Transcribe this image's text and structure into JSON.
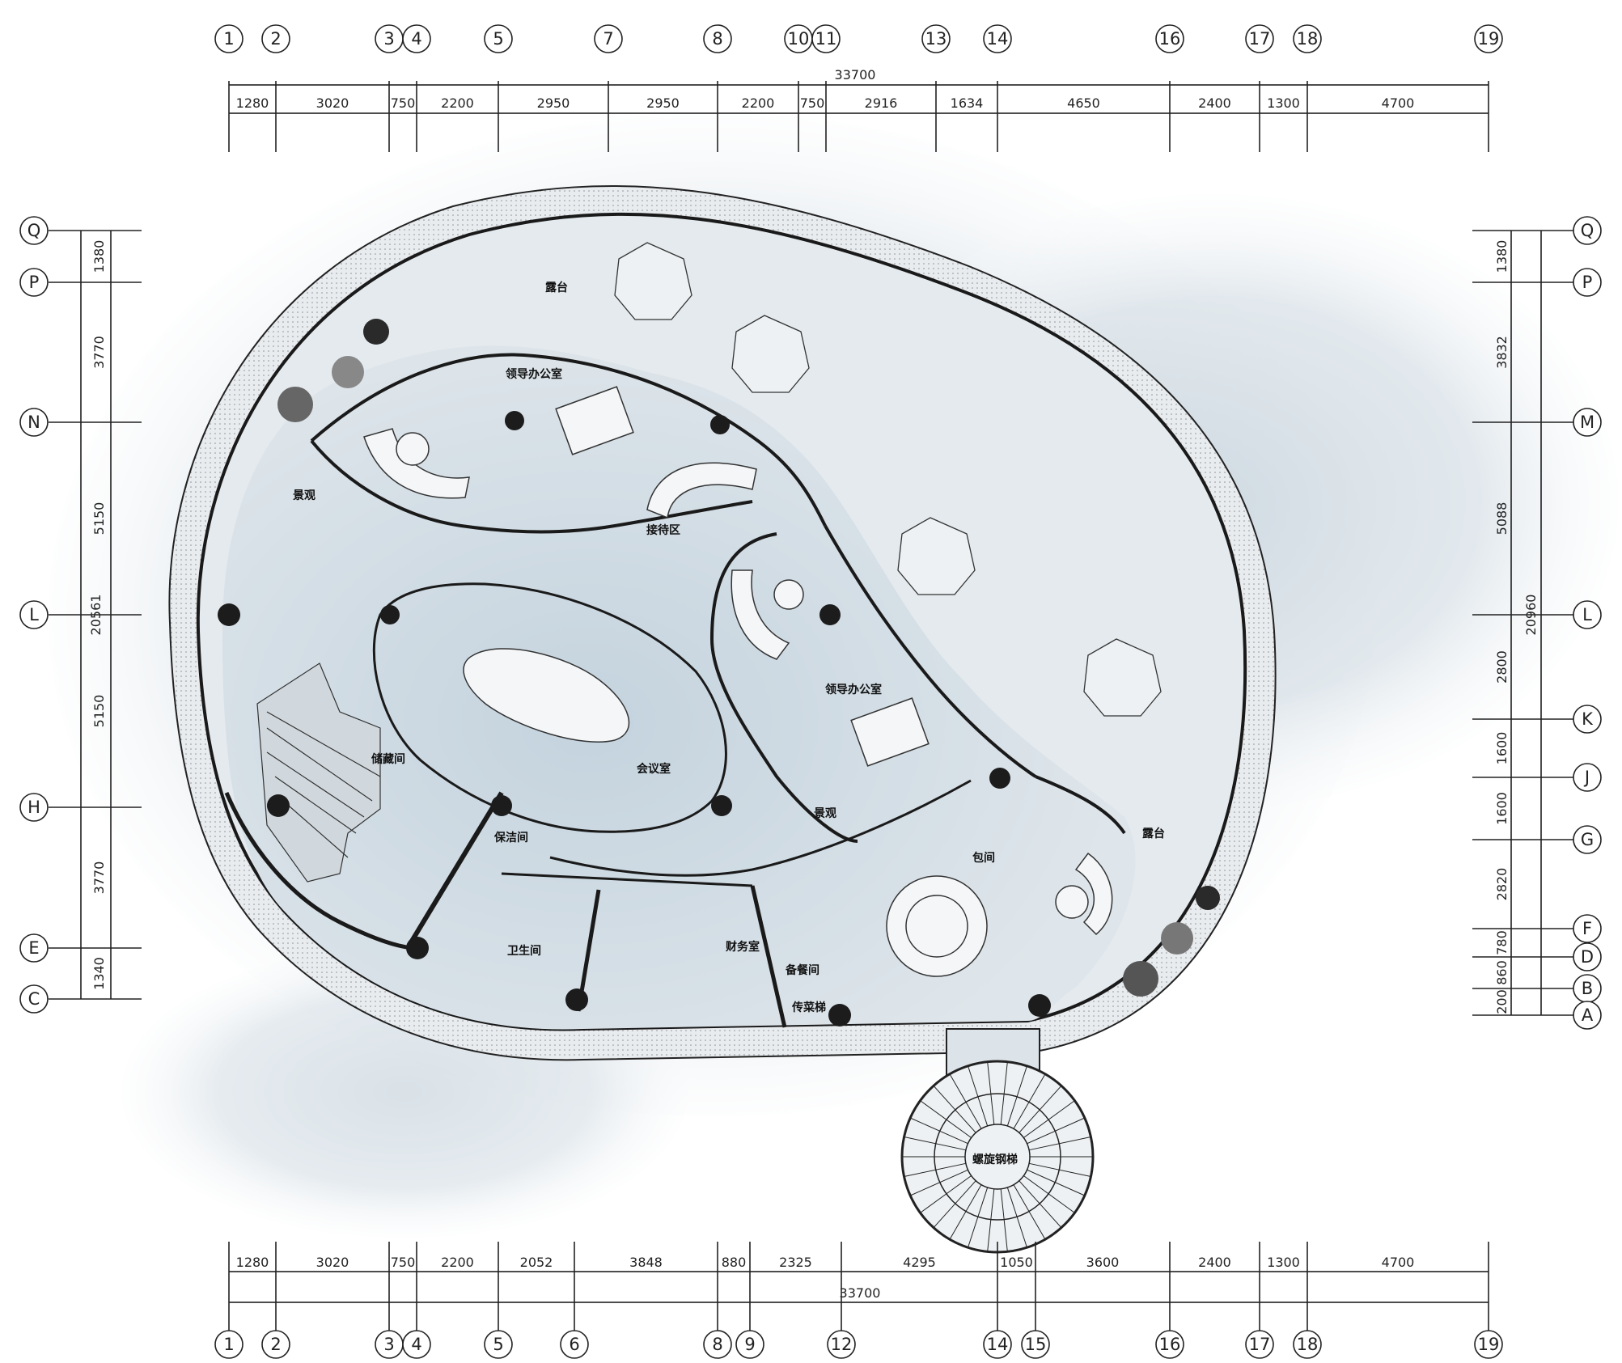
{
  "top_axes": [
    "1",
    "2",
    "3",
    "4",
    "5",
    "7",
    "8",
    "10",
    "11",
    "13",
    "14",
    "16",
    "17",
    "18",
    "19"
  ],
  "bottom_axes": [
    "1",
    "2",
    "3",
    "4",
    "5",
    "6",
    "8",
    "9",
    "12",
    "14",
    "15",
    "16",
    "17",
    "18",
    "19"
  ],
  "left_axes": [
    "Q",
    "P",
    "N",
    "L",
    "H",
    "E",
    "C"
  ],
  "right_axes": [
    "Q",
    "P",
    "M",
    "L",
    "K",
    "J",
    "G",
    "F",
    "D",
    "B",
    "A"
  ],
  "top_total": "33700",
  "bottom_total": "33700",
  "top_dims": [
    "1280",
    "3020",
    "750",
    "2200",
    "2950",
    "2950",
    "2200",
    "750",
    "2916",
    "1634",
    "4650",
    "2400",
    "1300",
    "4700"
  ],
  "bottom_dims": [
    "1280",
    "3020",
    "750",
    "2200",
    "2052",
    "3848",
    "880",
    "2325",
    "4295",
    "1050",
    "3600",
    "2400",
    "1300",
    "4700"
  ],
  "left_dims": [
    "1380",
    "3770",
    "5150",
    "5150",
    "3770",
    "1340"
  ],
  "left_total": "20561",
  "right_dims": [
    "1380",
    "3832",
    "5088",
    "2800",
    "1600",
    "1600",
    "2820",
    "780",
    "860",
    "200"
  ],
  "right_total": "20960",
  "rooms": {
    "terrace_top": "露台",
    "terrace_right": "露台",
    "leader_office_1": "领导办公室",
    "leader_office_2": "领导办公室",
    "reception": "接待区",
    "landscape_1": "景观",
    "landscape_2": "景观",
    "meeting": "会议室",
    "storage": "储藏间",
    "cleaning": "保洁间",
    "toilet": "卫生间",
    "finance": "财务室",
    "pantry": "备餐间",
    "dumbwaiter": "传菜梯",
    "private_room": "包间",
    "spiral_stair": "螺旋钢梯"
  }
}
